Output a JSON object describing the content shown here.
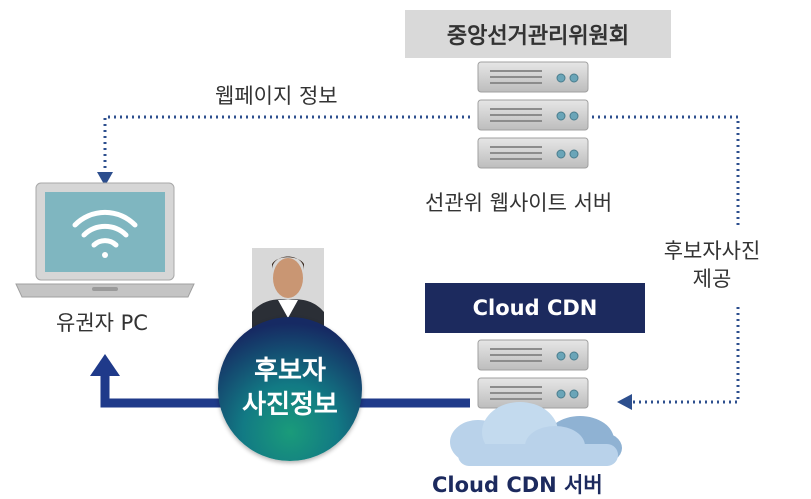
{
  "org_label": "중앙선거관리위원회",
  "webpage_info_label": "웹페이지 정보",
  "web_server_label": "선관위 웹사이트 서버",
  "user_pc_label": "유권자 PC",
  "cdn_header": "Cloud CDN",
  "cdn_server_label": "Cloud CDN 서버",
  "candidate_provide": {
    "line1": "후보자사진",
    "line2": "제공"
  },
  "badge": {
    "line1": "후보자",
    "line2": "사진정보"
  },
  "colors": {
    "navy": "#1c2a5e",
    "arrow_blue": "#1f3a8a",
    "dotted": "#2d4f8e",
    "server_gray": "#c8c8c8",
    "header_gray": "#d9d9d9",
    "cloud": "#a9c7e4"
  },
  "icons": [
    "server-icon",
    "laptop-icon",
    "wifi-icon",
    "person-icon",
    "cloud-icon"
  ]
}
